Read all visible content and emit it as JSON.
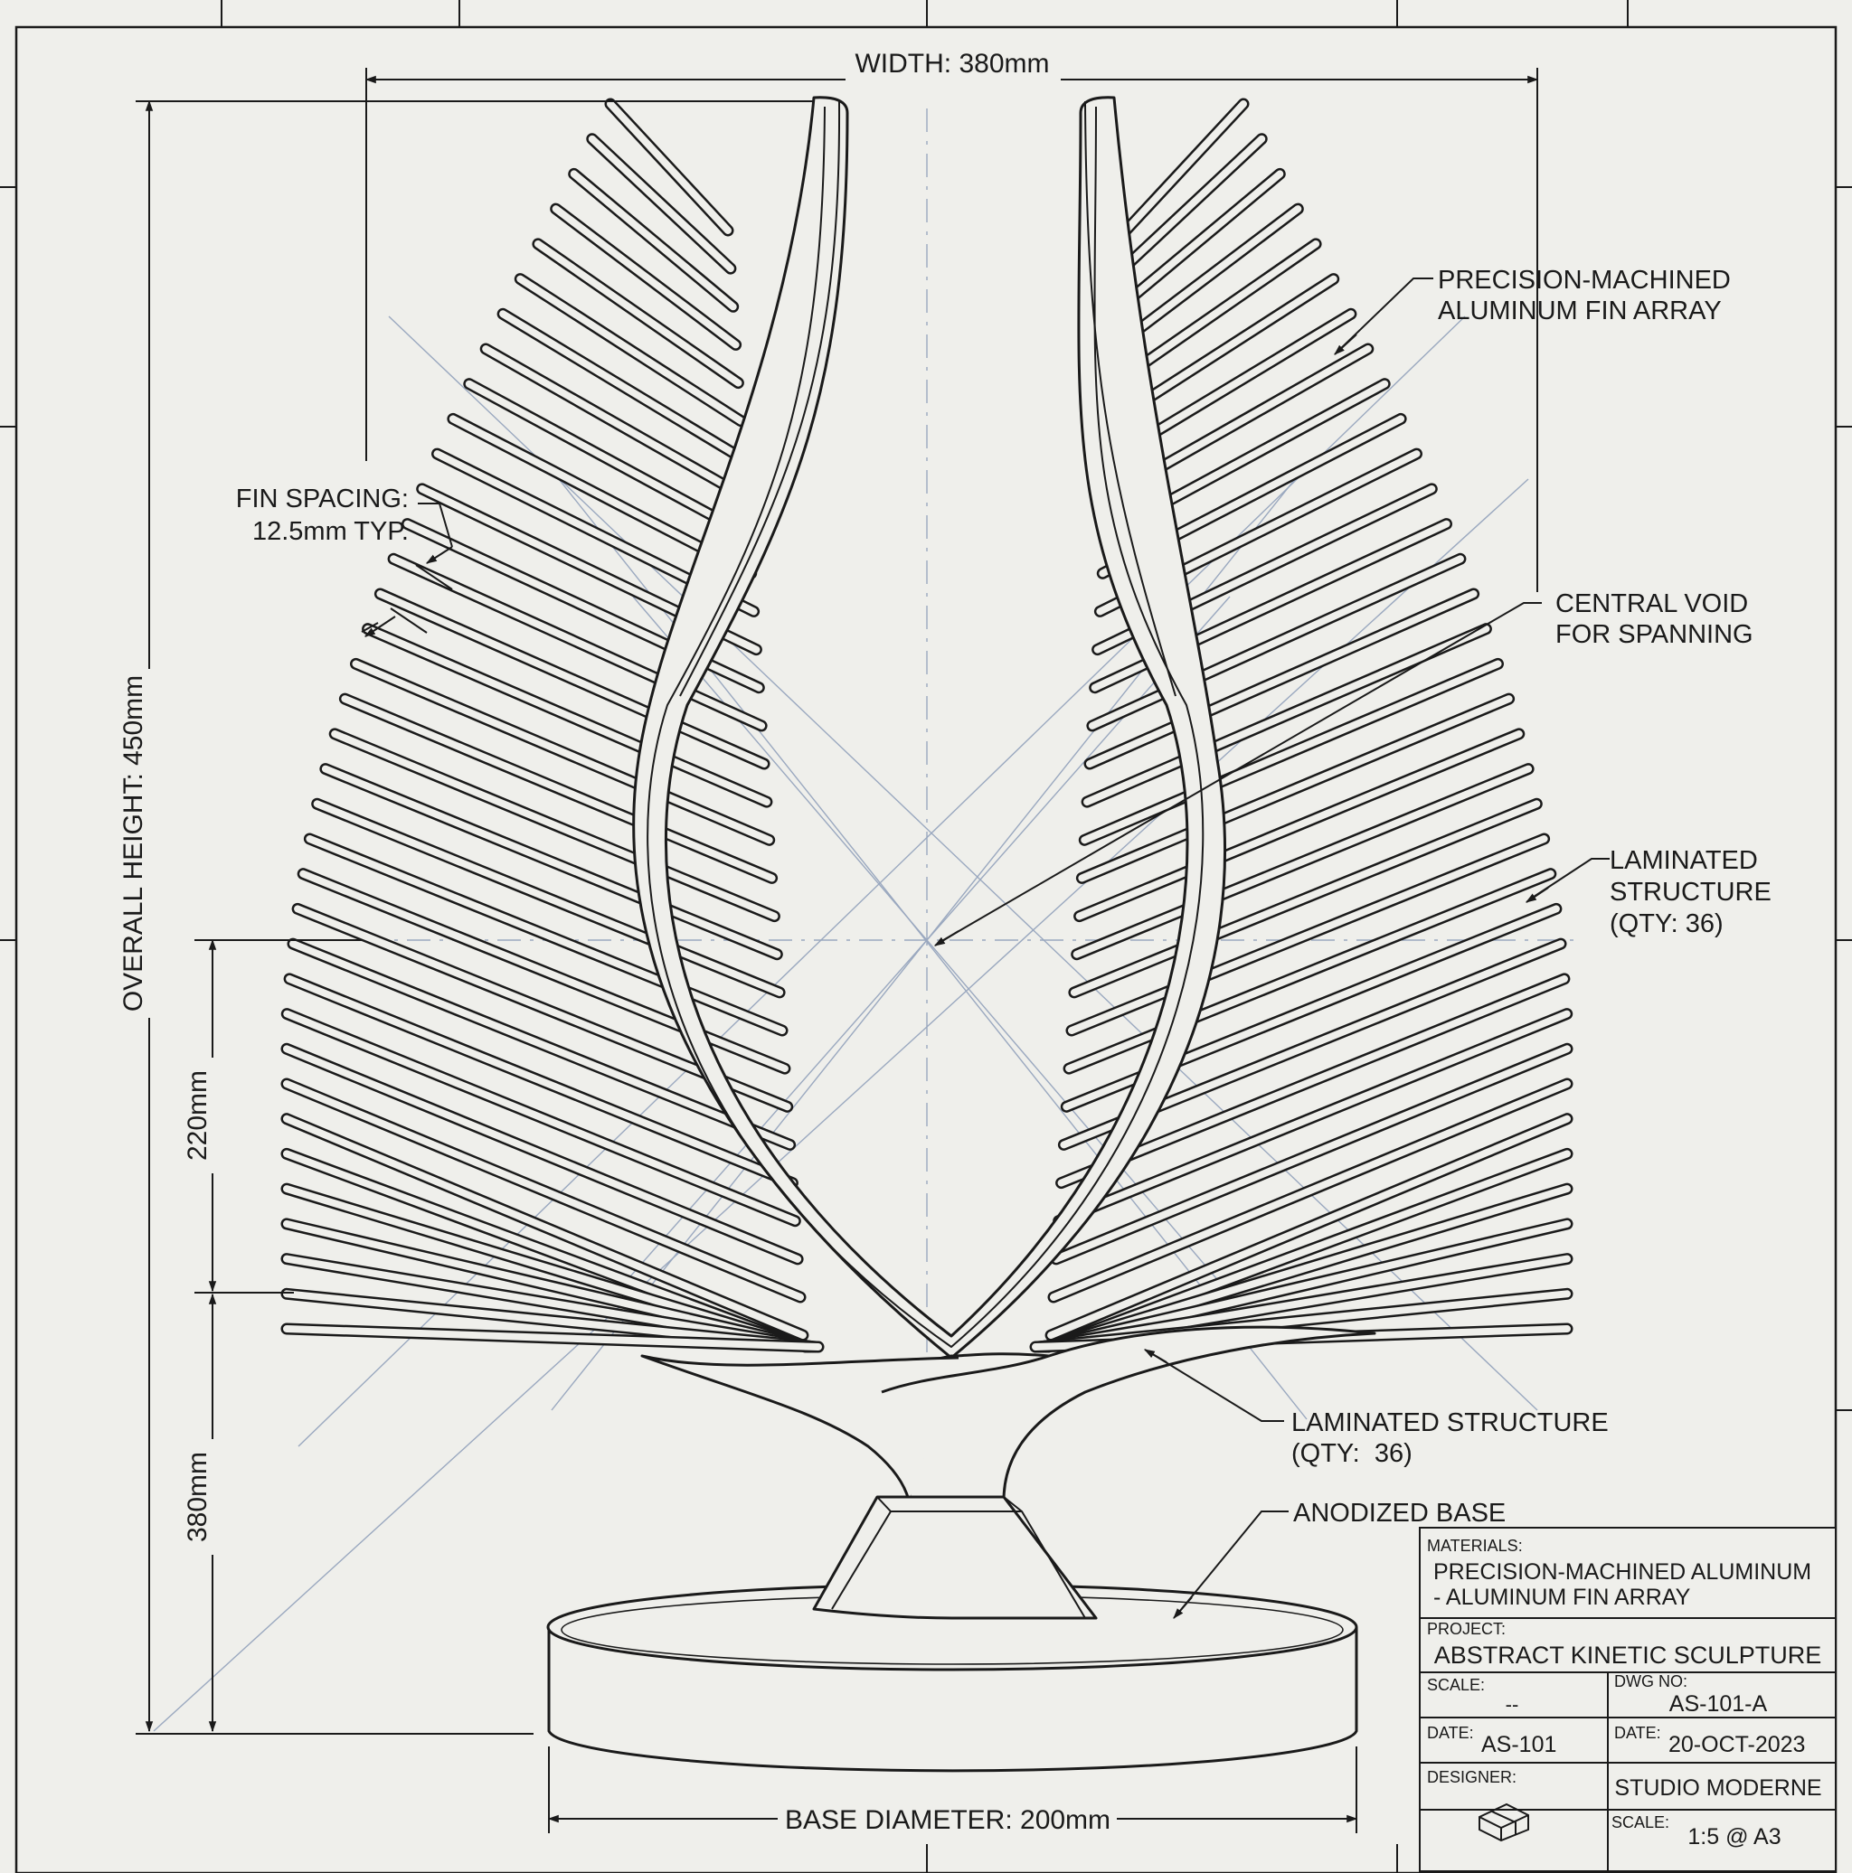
{
  "dimensions": {
    "width": "WIDTH: 380mm",
    "overall_height": "OVERALL HEIGHT: 450mm",
    "upper_height": "220mm",
    "lower_height": "380mm",
    "base_diameter": "BASE DIAMETER: 200mm"
  },
  "callouts": {
    "fin_spacing": [
      "FIN SPACING:",
      "12.5mm TYP."
    ],
    "fin_array": [
      "PRECISION-MACHINED",
      "ALUMINUM FIN ARRAY"
    ],
    "central_void": [
      "CENTRAL VOID",
      "FOR SPANNING"
    ],
    "laminated_right": [
      "LAMINATED",
      "STRUCTURE",
      "(QTY: 36)"
    ],
    "laminated_bottom": [
      "LAMINATED STRUCTURE",
      "(QTY:  36)"
    ],
    "anodized_base": "ANODIZED BASE"
  },
  "fins": {
    "count_per_side": 36
  },
  "title_block": {
    "materials_label": "MATERIALS:",
    "materials_line1": "PRECISION-MACHINED ALUMINUM",
    "materials_line2": "- ALUMINUM FIN ARRAY",
    "project_label": "PROJECT:",
    "project_value": "ABSTRACT KINETIC SCULPTURE",
    "scale_label": "SCALE:",
    "scale_value": "--",
    "dwg_label": "DWG NO:",
    "dwg_value": "AS-101-A",
    "date_label": "DATE:",
    "date_value_left": "AS-101",
    "date_label_2": "DATE:",
    "date_value_right": "20-OCT-2023",
    "designer_label": "DESIGNER:",
    "studio": "STUDIO MODERNE",
    "scale_label_2": "SCALE:",
    "scale_value_2": "1:5 @ A3"
  },
  "colors": {
    "ink": "#1a1a1a",
    "construction": "#9aa8bf",
    "paper": "#efefeb"
  }
}
